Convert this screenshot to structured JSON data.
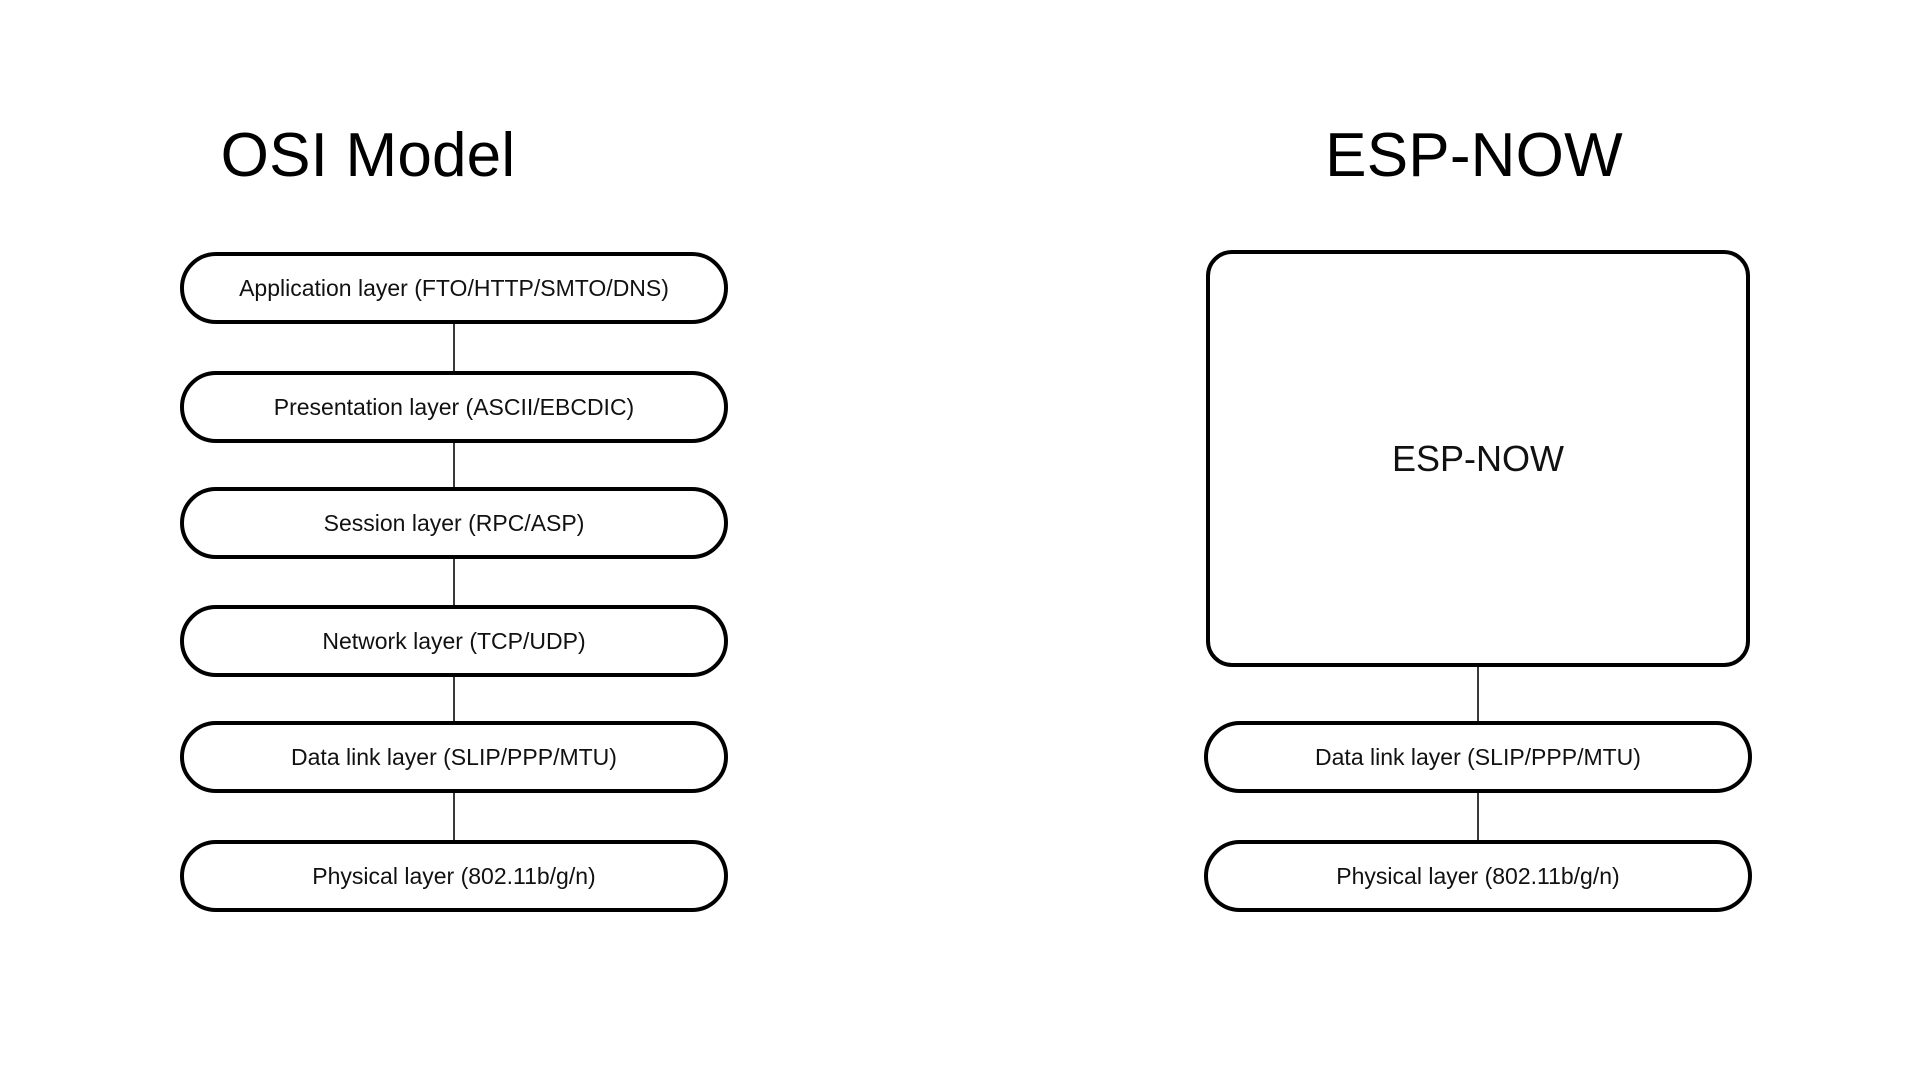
{
  "page": {
    "background_color": "#ffffff",
    "stroke_color": "#000000",
    "connector_color": "#3a3a3a"
  },
  "columns": [
    {
      "id": "osi",
      "title": "OSI Model",
      "nodes": [
        {
          "label": "Application layer (FTO/HTTP/SMTO/DNS)",
          "shape": "pill"
        },
        {
          "label": "Presentation layer (ASCII/EBCDIC)",
          "shape": "pill"
        },
        {
          "label": "Session layer (RPC/ASP)",
          "shape": "pill"
        },
        {
          "label": "Network layer (TCP/UDP)",
          "shape": "pill"
        },
        {
          "label": "Data link layer (SLIP/PPP/MTU)",
          "shape": "pill"
        },
        {
          "label": "Physical layer (802.11b/g/n)",
          "shape": "pill"
        }
      ]
    },
    {
      "id": "espnow",
      "title": "ESP-NOW",
      "block": {
        "label": "ESP-NOW",
        "shape": "rounded-rect"
      },
      "nodes": [
        {
          "label": "Data link layer (SLIP/PPP/MTU)",
          "shape": "pill"
        },
        {
          "label": "Physical layer (802.11b/g/n)",
          "shape": "pill"
        }
      ]
    }
  ]
}
